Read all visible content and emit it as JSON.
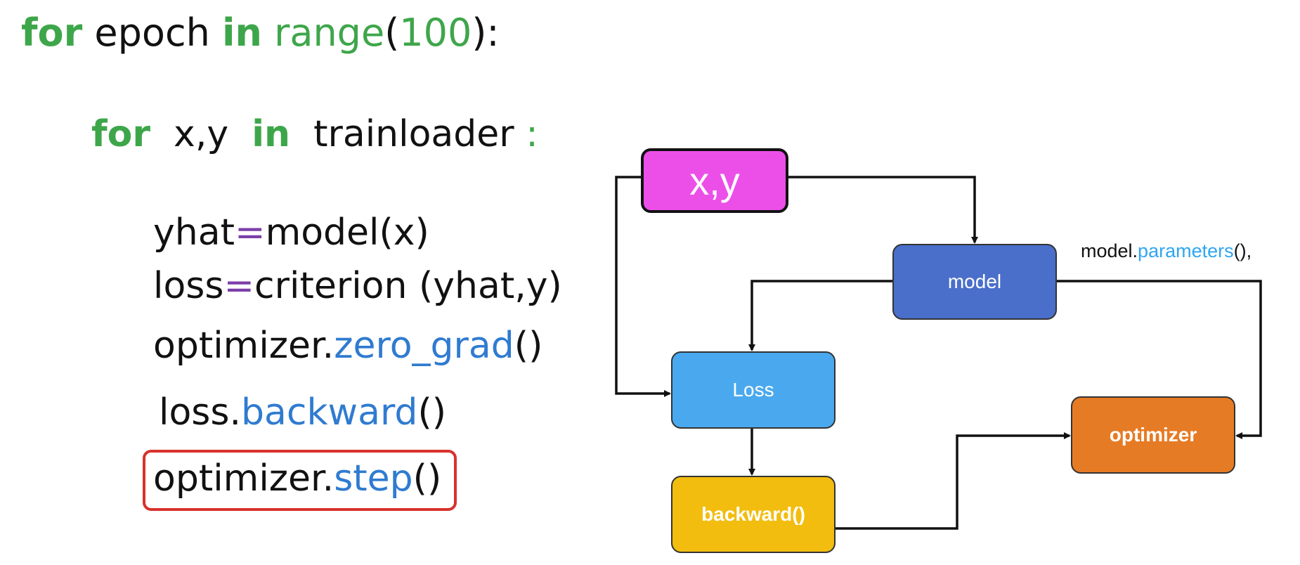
{
  "code": {
    "line1": {
      "kw_for": "for",
      "var": " epoch ",
      "kw_in": "in",
      "space": " ",
      "fn_range": "range",
      "open": "(",
      "num": "100",
      "close": "):"
    },
    "line2": {
      "kw_for": "for",
      "vars": "  x,y  ",
      "kw_in": "in",
      "iter": "  trainloader ",
      "colon": ":"
    },
    "line3": {
      "lhs": "yhat",
      "eq": "=",
      "rhs": "model(x)"
    },
    "line4": {
      "lhs": "loss",
      "eq": "=",
      "rhs": "criterion (yhat,y)"
    },
    "line5": {
      "obj": "optimizer.",
      "method": "zero_grad",
      "call": "()"
    },
    "line6": {
      "obj": "loss.",
      "method": "backward",
      "call": "()"
    },
    "line7": {
      "obj": "optimizer.",
      "method": "step",
      "call": "()"
    }
  },
  "diagram": {
    "nodes": {
      "xy": "x,y",
      "model": "model",
      "loss": "Loss",
      "backward": "backward()",
      "optimizer": "optimizer"
    },
    "params_label": {
      "obj": "model.",
      "method": "parameters",
      "call": "(),"
    }
  },
  "colors": {
    "keyword_green": "#3ea64a",
    "method_blue": "#2f7bd0",
    "equals_purple": "#7b3fa8",
    "highlight_red": "#d8322c",
    "node_xy": "#ec4fe8",
    "node_model": "#4a6fcb",
    "node_loss": "#4aa9ee",
    "node_backward": "#f2bd0f",
    "node_optimizer": "#e67b25"
  }
}
